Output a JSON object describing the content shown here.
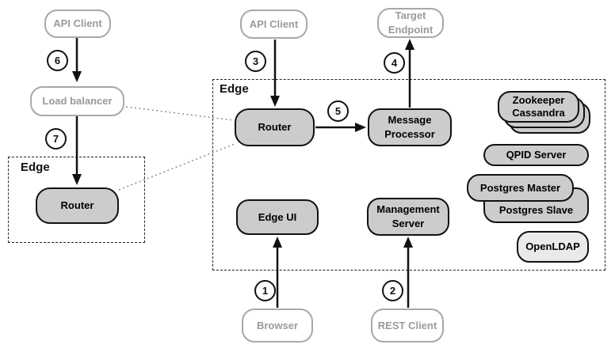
{
  "regions": {
    "edge_main_label": "Edge",
    "edge_left_label": "Edge"
  },
  "nodes": {
    "api_client_left": "API Client",
    "api_client_middle": "API Client",
    "target_endpoint": "Target Endpoint",
    "load_balancer": "Load balancer",
    "router_left": "Router",
    "router_main": "Router",
    "message_processor": "Message Processor",
    "edge_ui": "Edge UI",
    "management_server": "Management Server",
    "browser": "Browser",
    "rest_client": "REST Client",
    "zookeeper": "Zookeeper",
    "cassandra": "Cassandra",
    "qpid_server": "QPID Server",
    "postgres_master": "Postgres Master",
    "postgres_slave": "Postgres Slave",
    "openldap": "OpenLDAP"
  },
  "steps": [
    "1",
    "2",
    "3",
    "4",
    "5",
    "6",
    "7"
  ],
  "colors": {
    "node_fill": "#cccccc",
    "node_border": "#111111",
    "client_border": "#a8a8a8",
    "client_text": "#9a9a9a",
    "light_fill": "#eaeaea"
  }
}
